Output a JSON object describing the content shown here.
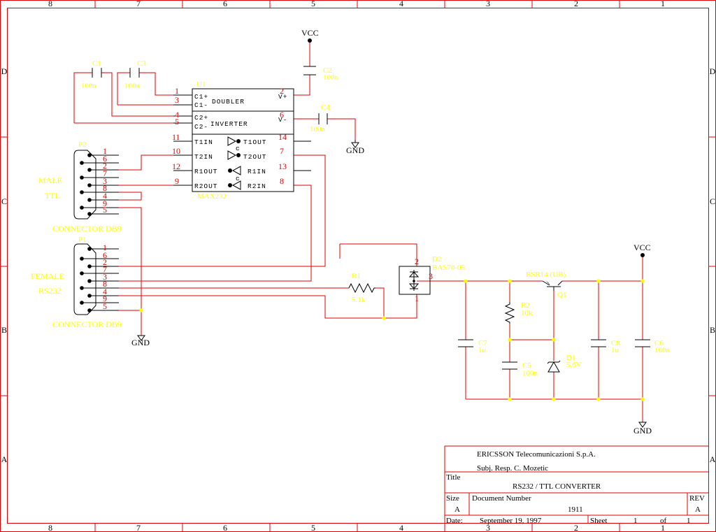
{
  "frame": {
    "columns": [
      "8",
      "7",
      "6",
      "5",
      "4",
      "3",
      "2",
      "1"
    ],
    "rows": [
      "D",
      "C",
      "B",
      "A"
    ]
  },
  "power": {
    "vcc": "VCC",
    "gnd": "GND"
  },
  "capacitors": {
    "c1": {
      "ref": "C1",
      "value": "100n"
    },
    "c2": {
      "ref": "C2",
      "value": "100n"
    },
    "c3": {
      "ref": "C3",
      "value": "100n"
    },
    "c4": {
      "ref": "C4",
      "value": "100n"
    },
    "c5": {
      "ref": "C5",
      "value": "100n"
    },
    "c6": {
      "ref": "C6",
      "value": "100n"
    },
    "c7": {
      "ref": "C7",
      "value": "1u"
    },
    "c8": {
      "ref": "C8",
      "value": "1u"
    }
  },
  "u1": {
    "ref": "U1",
    "part": "MAX232",
    "blocks": [
      "DOUBLER",
      "INVERTER"
    ],
    "inner_labels": {
      "c1p": "C1+",
      "c1m": "C1-",
      "vplus": "V+",
      "c2p": "C2+",
      "c2m": "C2-",
      "vminus": "V-",
      "t1in": "T1IN",
      "t2in": "T2IN",
      "r1out": "R1OUT",
      "r2out": "R2OUT",
      "t1out": "T1OUT",
      "t2out": "T2OUT",
      "r1in": "R1IN",
      "r2in": "R2IN"
    },
    "pins": {
      "c1p": "1",
      "c1m": "3",
      "vplus": "2",
      "c2p": "4",
      "c2m": "5",
      "vminus": "6",
      "t1in": "11",
      "t2in": "10",
      "r1out": "12",
      "r2out": "9",
      "t1out": "14",
      "t2out": "7",
      "r1in": "13",
      "r2in": "8"
    }
  },
  "p2": {
    "ref": "P2",
    "label_1": "MALE",
    "label_2": "TTL",
    "caption": "CONNECTOR DB9",
    "pins": [
      "1",
      "6",
      "2",
      "7",
      "3",
      "8",
      "4",
      "9",
      "5"
    ]
  },
  "p1": {
    "ref": "P1",
    "label_1": "FEMALE",
    "label_2": "RS232",
    "caption": "CONNECTOR DB9",
    "pins": [
      "1",
      "6",
      "2",
      "7",
      "3",
      "8",
      "4",
      "9",
      "5"
    ]
  },
  "r1": {
    "ref": "R1",
    "value": "5.1k"
  },
  "r2": {
    "ref": "R2",
    "value": "10k"
  },
  "d2": {
    "ref": "D2",
    "value": "BAS70-05",
    "pins": [
      "2",
      "3",
      "1"
    ]
  },
  "q1": {
    "ref": "Q1",
    "value": "BSR14 (UB)"
  },
  "d1": {
    "ref": "D1",
    "value": "5.6V"
  },
  "title_block": {
    "company": "ERICSSON Telecomunicazioni S.p.A.",
    "responsible": "Subj. Resp. C. Mozetic",
    "title_label": "Title",
    "title": "RS232 / TTL CONVERTER",
    "size_label": "Size",
    "size": "A",
    "docnum_label": "Document Number",
    "docnum": "1911",
    "rev_label": "REV",
    "rev": "A",
    "date_label": "Date:",
    "date": "September 19, 1997",
    "sheet_label": "Sheet",
    "sheet": "1",
    "of_label": "of",
    "sheets": "1"
  },
  "colors": {
    "wire": "#e00000",
    "label": "#ffff00",
    "outline": "#000000",
    "junction": "#ffff00"
  }
}
